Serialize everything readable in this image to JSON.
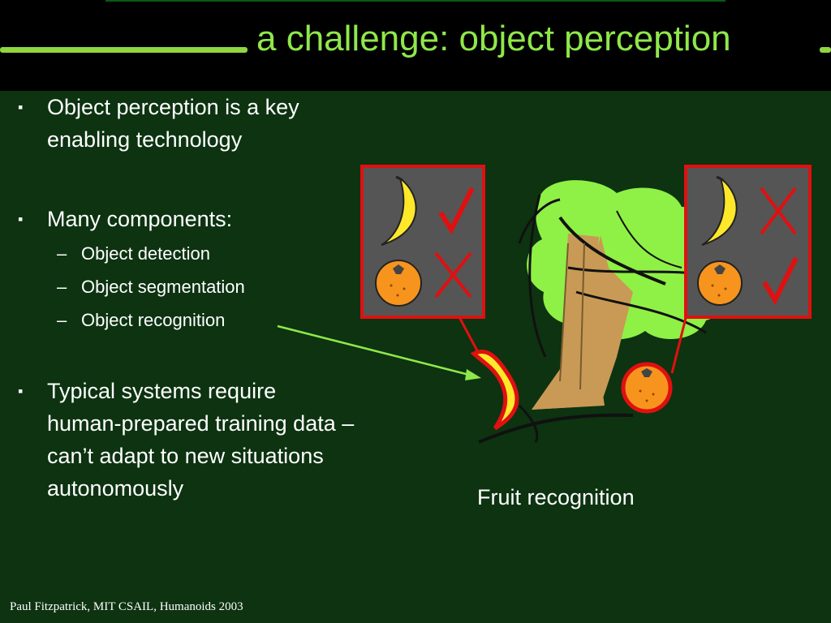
{
  "slide": {
    "title": "a challenge: object perception",
    "bullets": [
      {
        "text": "Object perception is a key enabling technology"
      },
      {
        "text": "Many components:",
        "subitems": [
          "Object detection",
          "Object segmentation",
          "Object recognition"
        ]
      },
      {
        "text": "Typical systems require human-prepared training data – can’t adapt to new situations autonomously"
      }
    ],
    "figure_caption": "Fruit recognition",
    "footer": "Paul Fitzpatrick, MIT CSAIL, Humanoids 2003"
  },
  "icons": {
    "bullet_marker": "▪",
    "dash": "–"
  },
  "colors": {
    "background": "#0d3311",
    "title": "#8fe84a",
    "frame_red": "#e01010",
    "arrow_green": "#8fe84a"
  }
}
